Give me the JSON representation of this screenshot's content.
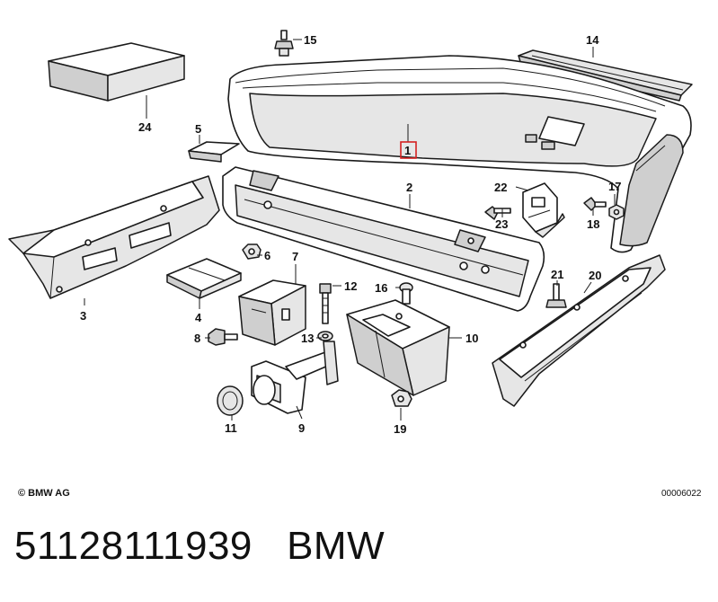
{
  "diagram": {
    "callouts": [
      "1",
      "2",
      "3",
      "4",
      "5",
      "6",
      "7",
      "8",
      "9",
      "10",
      "11",
      "12",
      "13",
      "14",
      "15",
      "16",
      "17",
      "18",
      "19",
      "20",
      "21",
      "22",
      "23",
      "24"
    ],
    "highlighted_callout": "1",
    "highlight_color": "#d42020",
    "copyright": "© BMW AG",
    "drawing_ref": "00006022"
  },
  "caption": {
    "part_number": "51128111939",
    "brand": "BMW"
  }
}
